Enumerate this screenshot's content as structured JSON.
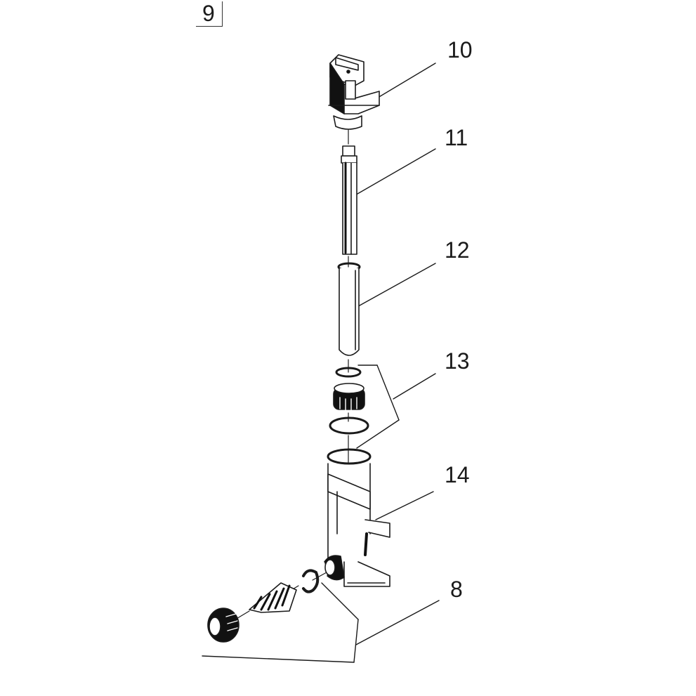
{
  "figure": {
    "number": "9"
  },
  "callouts": [
    {
      "id": "10",
      "label": "10",
      "part": "solenoid-valve-head"
    },
    {
      "id": "11",
      "label": "11",
      "part": "plunger-rod"
    },
    {
      "id": "12",
      "label": "12",
      "part": "guide-tube"
    },
    {
      "id": "13",
      "label": "13",
      "part": "seal-and-nut-set"
    },
    {
      "id": "14",
      "label": "14",
      "part": "valve-housing"
    },
    {
      "id": "8",
      "label": "8",
      "part": "hose-connector-set"
    }
  ],
  "colors": {
    "line": "#1a1a1a",
    "background": "#ffffff",
    "fill_dark": "#111111"
  }
}
